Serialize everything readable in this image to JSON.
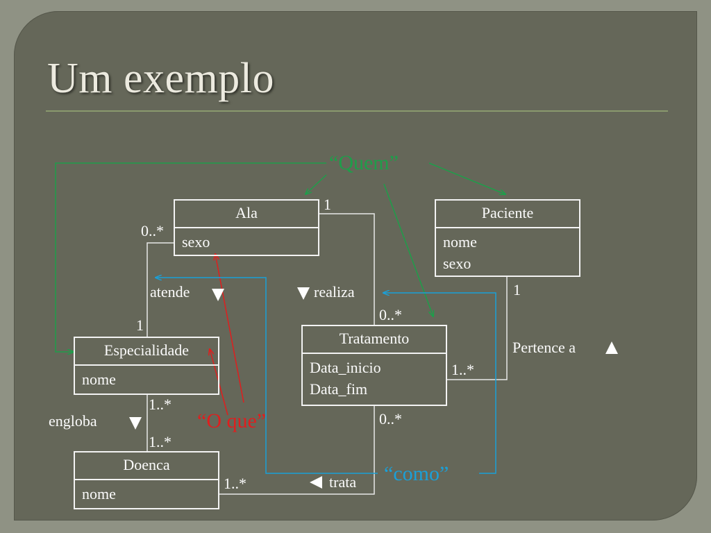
{
  "slide": {
    "title": "Um exemplo"
  },
  "classes": {
    "ala": {
      "name": "Ala",
      "attributes": [
        "sexo"
      ]
    },
    "paciente": {
      "name": "Paciente",
      "attributes": [
        "nome",
        "sexo"
      ]
    },
    "especialidade": {
      "name": "Especialidade",
      "attributes": [
        "nome"
      ]
    },
    "tratamento": {
      "name": "Tratamento",
      "attributes": [
        "Data_inicio",
        "Data_fim"
      ]
    },
    "doenca": {
      "name": "Doenca",
      "attributes": [
        "nome"
      ]
    }
  },
  "associations": {
    "atende": {
      "label": "atende",
      "mult_ala": "0..*",
      "mult_especialidade": "1"
    },
    "realiza": {
      "label": "realiza",
      "mult_ala": "1",
      "mult_tratamento": "0..*"
    },
    "pertence": {
      "label": "Pertence a",
      "mult_paciente": "1",
      "mult_tratamento": "1..*"
    },
    "engloba": {
      "label": "engloba",
      "mult_especialidade": "1..*",
      "mult_doenca": "1..*"
    },
    "trata": {
      "label": "trata",
      "mult_doenca": "1..*",
      "mult_tratamento": "0..*"
    }
  },
  "annotations": {
    "quem": {
      "text": "“Quem”",
      "color": "#1e9e4a"
    },
    "oque": {
      "text": "“O que”",
      "color": "#e01e1e"
    },
    "como": {
      "text": "“como”",
      "color": "#1aa0d8"
    }
  },
  "colors": {
    "line": "#e8e8e8",
    "text": "#fbfbfb"
  }
}
